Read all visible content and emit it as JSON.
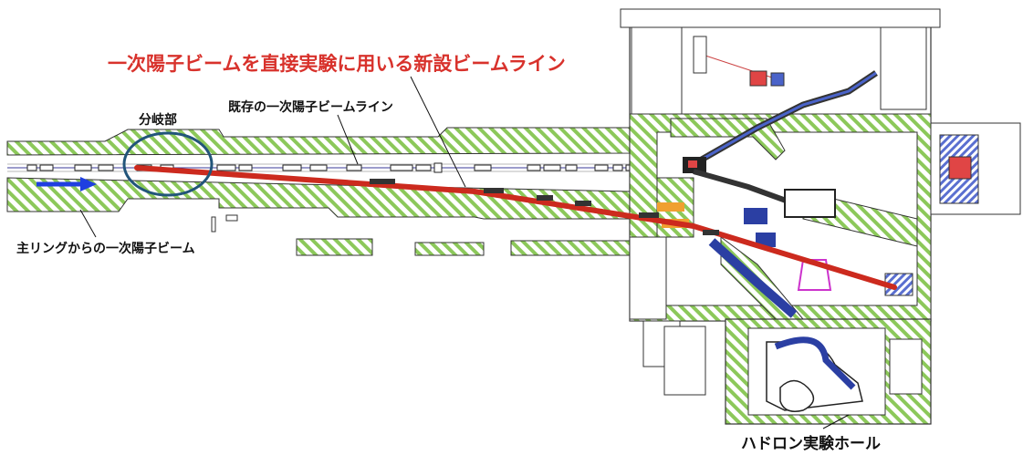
{
  "labels": {
    "new_beamline": "一次陽子ビームを直接実験に用いる新設ビームライン",
    "branch": "分岐部",
    "existing_beamline": "既存の一次陽子ビームライン",
    "main_ring_beam": "主リングからの一次陽子ビーム",
    "hadron_hall": "ハドロン実験ホール"
  },
  "colors": {
    "new_beamline": "#cc2a1e",
    "existing_beamline": "#3a3a9a",
    "branch_circle": "#22557a",
    "arrow": "#1f3fe0",
    "hatch_green": "#7ec24a",
    "outline": "#333333",
    "annotation_text": "#d8322c"
  }
}
